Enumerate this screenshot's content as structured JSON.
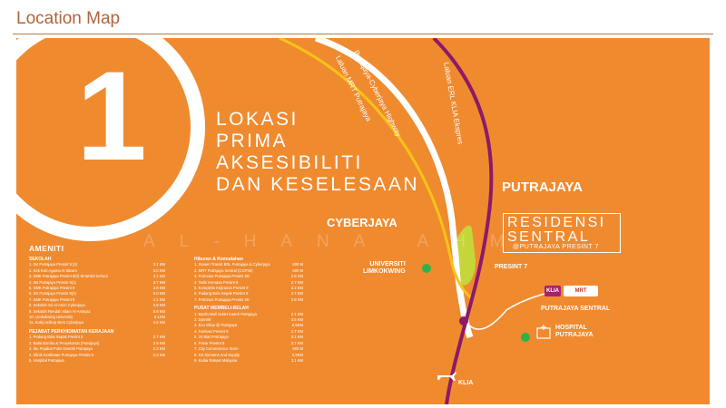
{
  "header": {
    "title": "Location Map"
  },
  "headline": {
    "number": "1",
    "lines": [
      "LOKASI",
      "PRIMA",
      "AKSESIBILITI",
      "DAN KESELESAAN"
    ]
  },
  "places": {
    "putrajaya": "PUTRAJAYA",
    "cyberjaya": "CYBERJAYA",
    "presint7": "PRESINT 7",
    "universiti": [
      "UNIVERSITI",
      "LIMKOKWING"
    ],
    "putrajaya_sentral": "PUTRAJAYA SENTRAL",
    "hospital": [
      "HOSPITAL",
      "PUTRAJAYA"
    ],
    "klia": "KLIA"
  },
  "routes": {
    "highway": "Putrajaya-Cyberjaya Highway",
    "mrt": "Laluan MRT Putrajaya",
    "erl": "Laluan ERL KLIA Ekspres"
  },
  "watermark": "AL-HANA AHM",
  "residensi": {
    "name": "RESIDENSI SENTRAL",
    "sub": "@PUTRAJAYA PRESINT 7"
  },
  "badges": {
    "klia": "KLIA",
    "mrt": "MRT"
  },
  "colors": {
    "map": "#f08a2f",
    "route_white": "#ffffff",
    "route_mrt": "#f6c417",
    "route_erl": "#8c1a68",
    "marker": "#2db34a",
    "site": "#c4d63a"
  },
  "ameniti": {
    "title": "AMENITI",
    "col1": [
      {
        "heading": "SEKOLAH",
        "items": [
          [
            "1. SK Putrajaya Presint 9 (2)",
            "3.1 KM"
          ],
          [
            "2. Sek Keb Agama Al-Iltizam",
            "3.0 KM"
          ],
          [
            "3. SMK Putrajaya Presint 9(2) IB World School",
            "3.1 KM"
          ],
          [
            "4. SK Putrajaya Presint 9(1)",
            "3.7 KM"
          ],
          [
            "5. SMK Putrajaya Presint 9",
            "3.8 KM"
          ],
          [
            "6. SK Putrajaya Presint 8(2)",
            "6.0 KM"
          ],
          [
            "7. SMK Putrajaya Presint 8",
            "4.1 KM"
          ],
          [
            "8. Sekolah Sri Al-Amin Cyberjaya",
            "3.9 KM"
          ],
          [
            "9. Sekolah Rendah Islam Al-Amtiyaz",
            "5.6 KM"
          ],
          [
            "10. Limkokwing University",
            "6.1KM"
          ],
          [
            "11. Kolej Unikop Bem Cyberjaya",
            "4.5 KM"
          ]
        ]
      },
      {
        "heading": "PEJABAT PERKHIDMATAN KERAJAAN",
        "items": [
          [
            "1. Pedang Bola Sepak Presint 9",
            "2.7 KM"
          ],
          [
            "2. Balai Bomba & Penyelamat (Putrajaya)",
            "2.9 KM"
          ],
          [
            "3. Ibu Pejabat Polis Daerah Putrajaya",
            "2.3 KM"
          ],
          [
            "4. Klinik Kesihatan Putrajaya Presint 9",
            "2.3 KM"
          ],
          [
            "5. Hospital Putrajaya",
            ""
          ]
        ]
      }
    ],
    "col2": [
      {
        "heading": "Hiburan & Kemudahan",
        "items": [
          [
            "1. Stesen Transit ERL Putrajaya & Cyberjaya",
            "600 M"
          ],
          [
            "2. MRT Putrajaya Sentral (CGP36)",
            "600 M"
          ],
          [
            "3. Petronas Putrajaya Presint 9D",
            "2.8 KM"
          ],
          [
            "4. Taski Kemasa Presint 9",
            "2.7 KM"
          ],
          [
            "5. Kompleks Kejiranan Presint 9",
            "3.2 KM"
          ],
          [
            "6. Padang Bola Sepak Presint 9",
            "2.7 KM"
          ],
          [
            "7. Petronas Putrajaya Presint 9E",
            "2.8 KM"
          ]
        ]
      },
      {
        "heading": "PUSAT MEMBELI-BELAH",
        "items": [
          [
            "1. Mydin Mall Outlet Kaseh Putrajaya",
            "2.1 KM"
          ],
          [
            "2. Dpm88",
            "3.5 KM"
          ],
          [
            "3. Eco Shop @ Putrajaya",
            "8.5KM"
          ],
          [
            "4. Farmasi Presint 9",
            "2.7 KM"
          ],
          [
            "5. 24 Mart Putrajaya",
            "3.2 KM"
          ],
          [
            "6. Pasar Presint 9",
            "3.7 KM"
          ],
          [
            "7. City Convenience Store",
            "600 M"
          ],
          [
            "8. SS Siemens And Supply",
            "2.8KM"
          ],
          [
            "9. Kedai Rakyat Malaysia",
            "3.1 KM"
          ]
        ]
      }
    ]
  }
}
